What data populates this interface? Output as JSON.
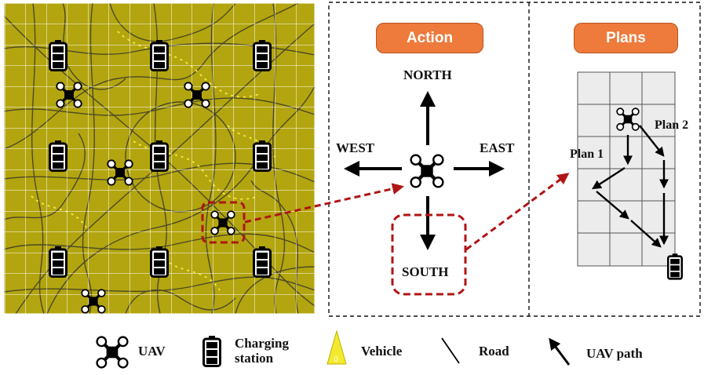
{
  "action": {
    "title": "Action",
    "north": "NORTH",
    "south": "SOUTH",
    "east": "EAST",
    "west": "WEST"
  },
  "plans": {
    "title": "Plans",
    "plan1": "Plan 1",
    "plan2": "Plan 2"
  },
  "legend": {
    "uav": "UAV",
    "charging_line1": "Charging",
    "charging_line2": "station",
    "vehicle": "Vehicle",
    "road": "Road",
    "uav_path": "UAV path"
  },
  "colors": {
    "map_bg": "#b3a50f",
    "accent_red": "#b01515",
    "title_orange": "#ee7a3b",
    "grid_cell": "#ececec"
  }
}
